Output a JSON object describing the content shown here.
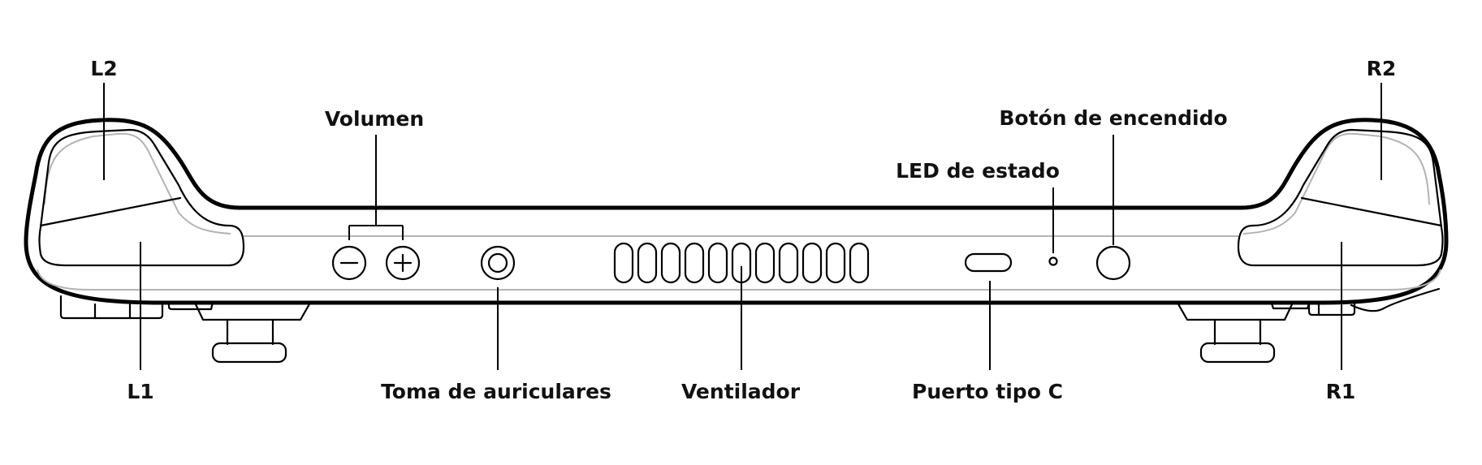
{
  "labels": {
    "l2": "L2",
    "r2": "R2",
    "volume": "Volumen",
    "power_button": "Botón de encendido",
    "status_led": "LED de estado",
    "l1": "L1",
    "headphone_jack": "Toma de auriculares",
    "fan": "Ventilador",
    "usb_c_port": "Puerto tipo C",
    "r1": "R1"
  },
  "icons": {
    "volume_down": "minus-circle",
    "volume_up": "plus-circle"
  },
  "colors": {
    "line": "#000000",
    "inner_line": "#b3b3b3",
    "text": "#111111"
  }
}
